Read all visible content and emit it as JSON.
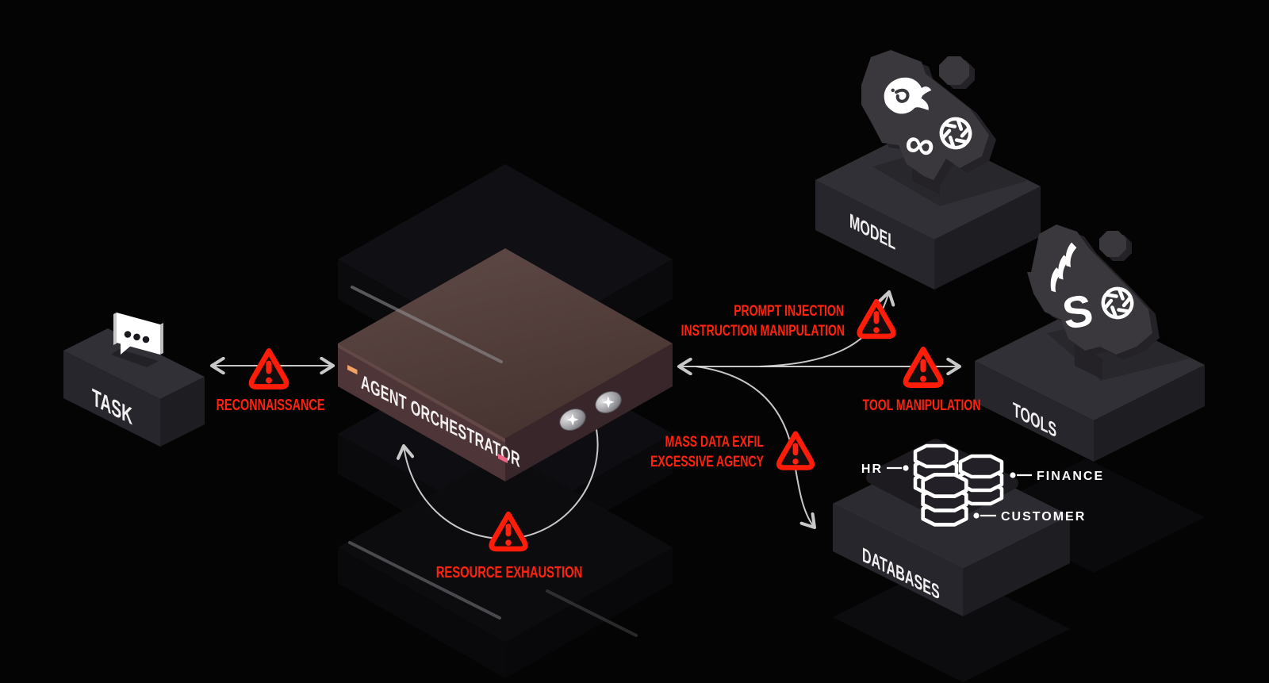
{
  "nodes": {
    "task": {
      "label": "TASK"
    },
    "orchestrator": {
      "label": "AGENT ORCHESTRATOR"
    },
    "model": {
      "label": "MODEL"
    },
    "tools": {
      "label": "TOOLS"
    },
    "databases": {
      "label": "DATABASES",
      "callouts": {
        "hr": "HR",
        "finance": "FINANCE",
        "customer": "CUSTOMER"
      }
    }
  },
  "threats": {
    "reconnaissance": {
      "label": "RECONNAISSANCE"
    },
    "prompt_injection": {
      "line1": "PROMPT INJECTION",
      "line2": "INSTRUCTION MANIPULATION"
    },
    "tool_manipulation": {
      "label": "TOOL MANIPULATION"
    },
    "mass_data_exfil": {
      "line1": "MASS DATA EXFIL",
      "line2": "EXCESSIVE AGENCY"
    },
    "resource_exhaustion": {
      "label": "RESOURCE EXHAUSTION"
    }
  },
  "logos": {
    "model_platform": [
      "deepseek-whale",
      "meta-infinity",
      "openai"
    ],
    "tools_platform": [
      "triple-arrows",
      "stripe-s",
      "openai"
    ],
    "meta_glyph": "∞",
    "stripe_glyph": "S"
  },
  "icons": {
    "task": "chat-bubble-icon",
    "warning": "warning-triangle-icon",
    "screw": "phillips-screw-icon",
    "database": "database-stack-icon"
  },
  "colors": {
    "background": "#040404",
    "alert_red": "#ff220f",
    "box_face": "#27262c",
    "box_top": "#313036",
    "orchestrator_face": "#4d3538",
    "cloud": "#3a373d",
    "arrow": "#dedede",
    "text_white": "#f3f1f2"
  }
}
